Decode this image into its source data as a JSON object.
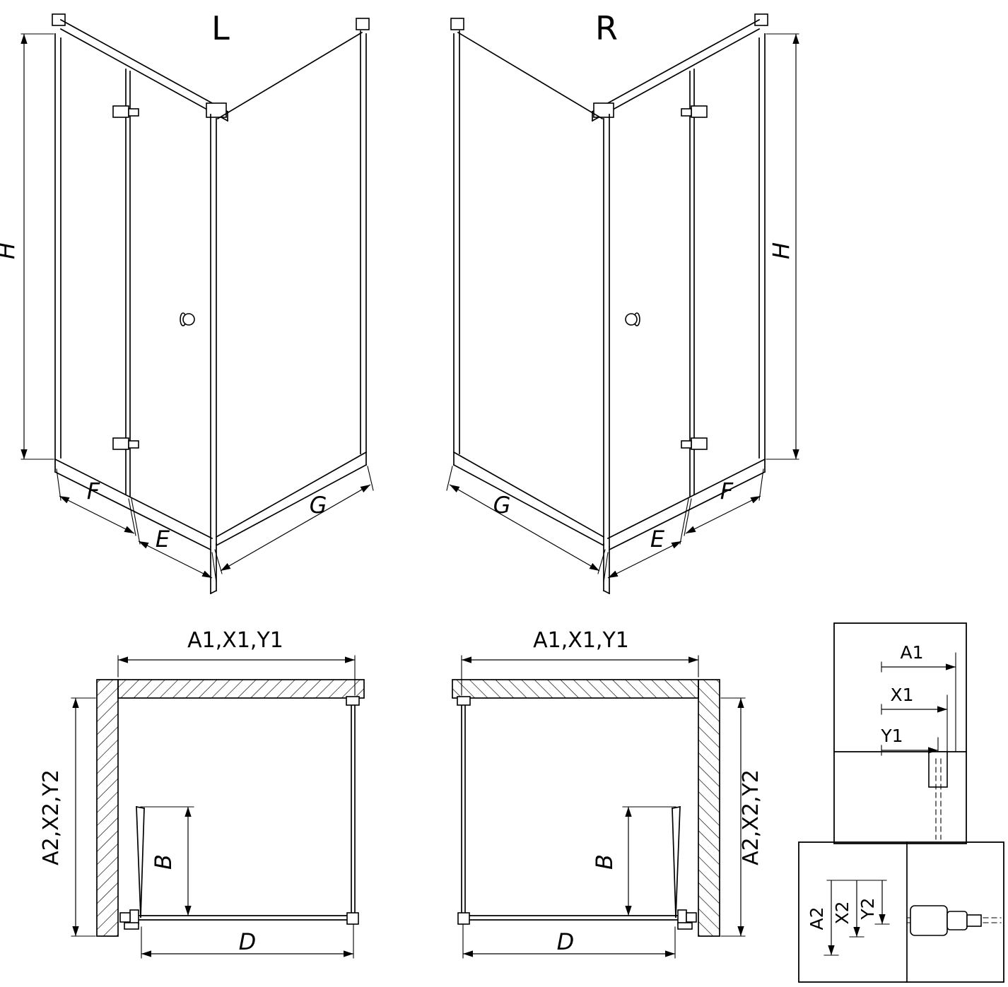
{
  "colors": {
    "line": "#000000",
    "background": "#ffffff"
  },
  "perspective_left": {
    "label": "L",
    "height_dim": "H",
    "panel_dims": {
      "f": "F",
      "e": "E",
      "g": "G"
    }
  },
  "perspective_right": {
    "label": "R",
    "height_dim": "H",
    "panel_dims": {
      "f": "F",
      "e": "E",
      "g": "G"
    }
  },
  "plan_left": {
    "top_dim": "A1,X1,Y1",
    "side_dim": "A2,X2,Y2",
    "door_dim": "B",
    "bottom_dim": "D"
  },
  "plan_right": {
    "top_dim": "A1,X1,Y1",
    "side_dim": "A2,X2,Y2",
    "door_dim": "B",
    "bottom_dim": "D"
  },
  "detail_top_right": {
    "dims": [
      "A1",
      "X1",
      "Y1"
    ]
  },
  "detail_bottom_right": {
    "dims": [
      "A2",
      "X2",
      "Y2"
    ]
  }
}
